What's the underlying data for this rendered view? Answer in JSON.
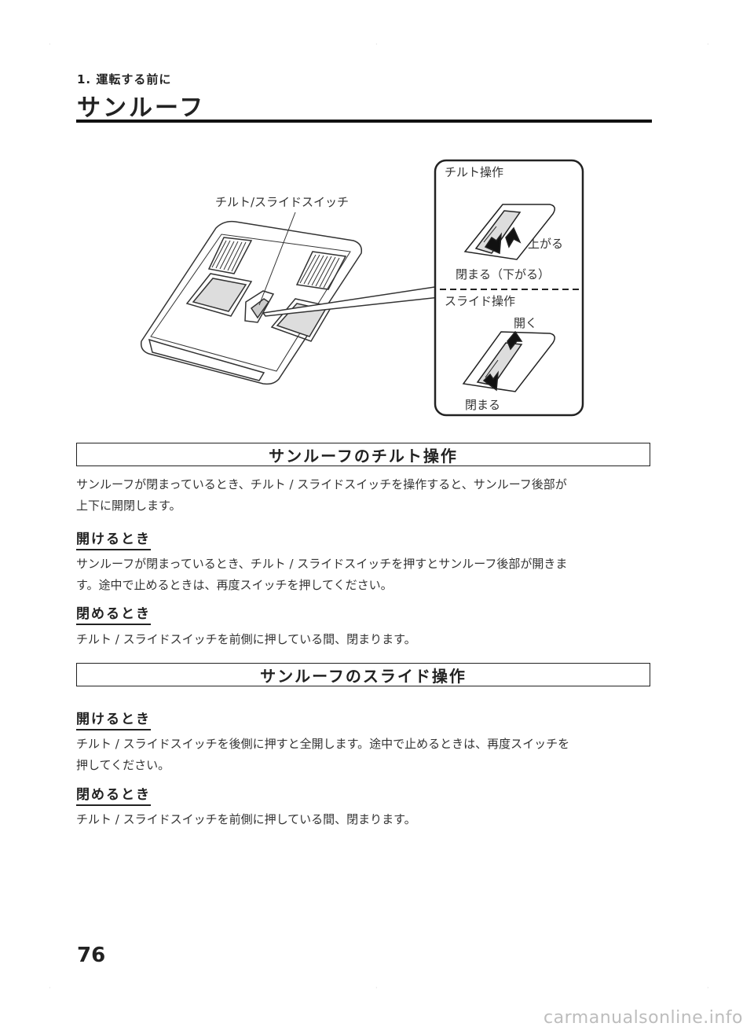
{
  "header": {
    "chapter": "1. 運転する前に",
    "title": "サンルーフ"
  },
  "figure": {
    "callout_switch": "チルト/スライドスイッチ",
    "tilt_label": "チルト操作",
    "tilt_up": "上がる",
    "tilt_close": "閉まる（下がる）",
    "slide_label": "スライド操作",
    "slide_open": "開く",
    "slide_close": "閉まる"
  },
  "section_tilt": {
    "heading": "サンルーフのチルト操作",
    "intro_line1": "サンルーフが閉まっているとき、チルト / スライドスイッチを操作すると、サンルーフ後部が",
    "intro_line2": "上下に開閉します。",
    "open_heading": "開けるとき",
    "open_line1": "サンルーフが閉まっているとき、チルト / スライドスイッチを押すとサンルーフ後部が開きま",
    "open_line2": "す。途中で止めるときは、再度スイッチを押してください。",
    "close_heading": "閉めるとき",
    "close_line1": "チルト / スライドスイッチを前側に押している間、閉まります。"
  },
  "section_slide": {
    "heading": "サンルーフのスライド操作",
    "open_heading": "開けるとき",
    "open_line1": "チルト / スライドスイッチを後側に押すと全開します。途中で止めるときは、再度スイッチを",
    "open_line2": "押してください。",
    "close_heading": "閉めるとき",
    "close_line1": "チルト / スライドスイッチを前側に押している間、閉まります。"
  },
  "page_number": "76",
  "footer": "carmanualsonline.info"
}
